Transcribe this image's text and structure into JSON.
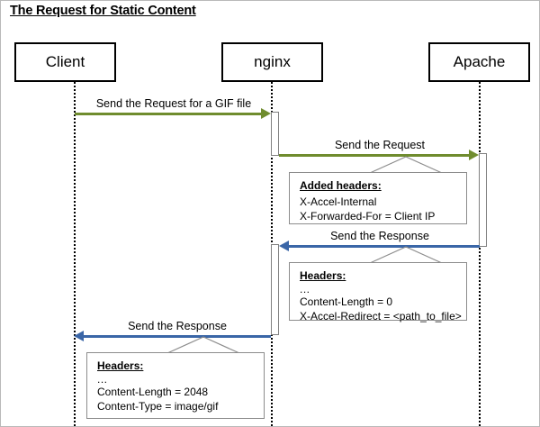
{
  "title": "The Request for Static Content",
  "colors": {
    "request_arrow": "#6f8c2e",
    "response_arrow": "#3a66a7",
    "lifeline": "#000000",
    "note_border": "#8c8c8c",
    "box_border": "#000000",
    "background": "#ffffff"
  },
  "participants": [
    {
      "name": "Client",
      "label": "Client"
    },
    {
      "name": "nginx",
      "label": "nginx"
    },
    {
      "name": "Apache",
      "label": "Apache"
    }
  ],
  "messages": [
    {
      "label": "Send the Request for a GIF file",
      "from": "Client",
      "to": "nginx",
      "direction": "right",
      "color": "#6f8c2e"
    },
    {
      "label": "Send the Request",
      "from": "nginx",
      "to": "Apache",
      "direction": "right",
      "color": "#6f8c2e"
    },
    {
      "label": "Send the Response",
      "from": "Apache",
      "to": "nginx",
      "direction": "left",
      "color": "#3a66a7"
    },
    {
      "label": "Send the Response",
      "from": "nginx",
      "to": "Client",
      "direction": "left",
      "color": "#3a66a7"
    }
  ],
  "notes": [
    {
      "name": "added-headers-note",
      "title": "Added headers:",
      "lines": [
        "X-Accel-Internal",
        "X-Forwarded-For  = Client IP"
      ]
    },
    {
      "name": "nginx-response-headers-note",
      "title": "Headers:",
      "lines": [
        "...",
        "Content-Length  = 0",
        "X-Accel-Redirect = <path_to_file>"
      ]
    },
    {
      "name": "client-response-headers-note",
      "title": "Headers:",
      "lines": [
        "...",
        "Content-Length  = 2048",
        "Content-Type  = image/gif"
      ]
    }
  ]
}
